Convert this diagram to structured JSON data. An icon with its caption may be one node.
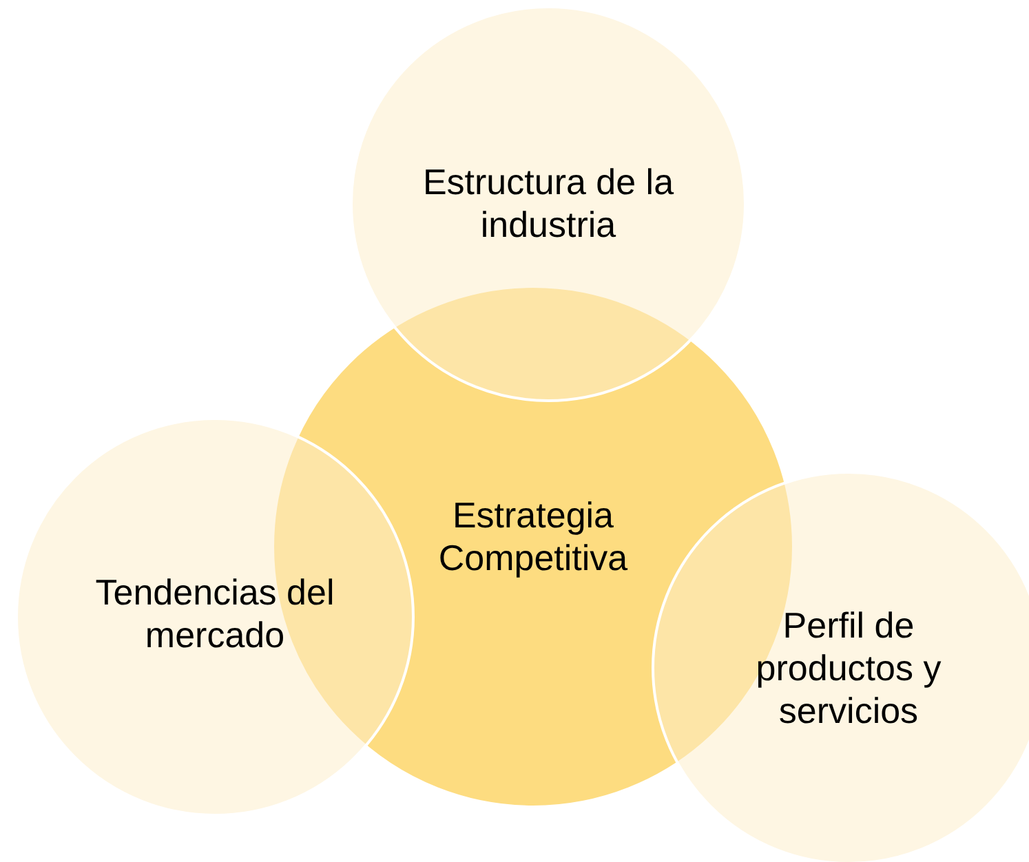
{
  "diagram": {
    "nodes": [
      {
        "text": [
          "Estructura de la industria"
        ]
      },
      {
        "text": [
          "Estrategia Competitiva"
        ]
      },
      {
        "text": [
          "Tendencias del mercado"
        ]
      },
      {
        "text": [
          "Perfil de productos y servicios"
        ]
      }
    ]
  }
}
